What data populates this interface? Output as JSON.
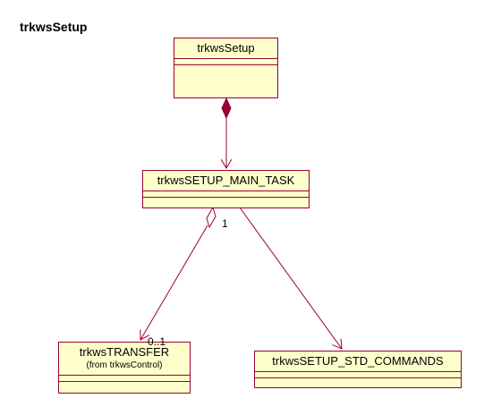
{
  "diagram": {
    "title": "trkwsSetup",
    "classes": [
      {
        "id": "trkwsSetup",
        "name": "trkwsSetup",
        "note": ""
      },
      {
        "id": "main_task",
        "name": "trkwsSETUP_MAIN_TASK",
        "note": ""
      },
      {
        "id": "transfer",
        "name": "trkwsTRANSFER",
        "note": "(from trkwsControl)"
      },
      {
        "id": "std_commands",
        "name": "trkwsSETUP_STD_COMMANDS",
        "note": ""
      }
    ],
    "multiplicities": {
      "aggregation_source": "1",
      "aggregation_target": "0..1"
    },
    "colors": {
      "fill": "#ffffcc",
      "stroke": "#990033"
    }
  }
}
